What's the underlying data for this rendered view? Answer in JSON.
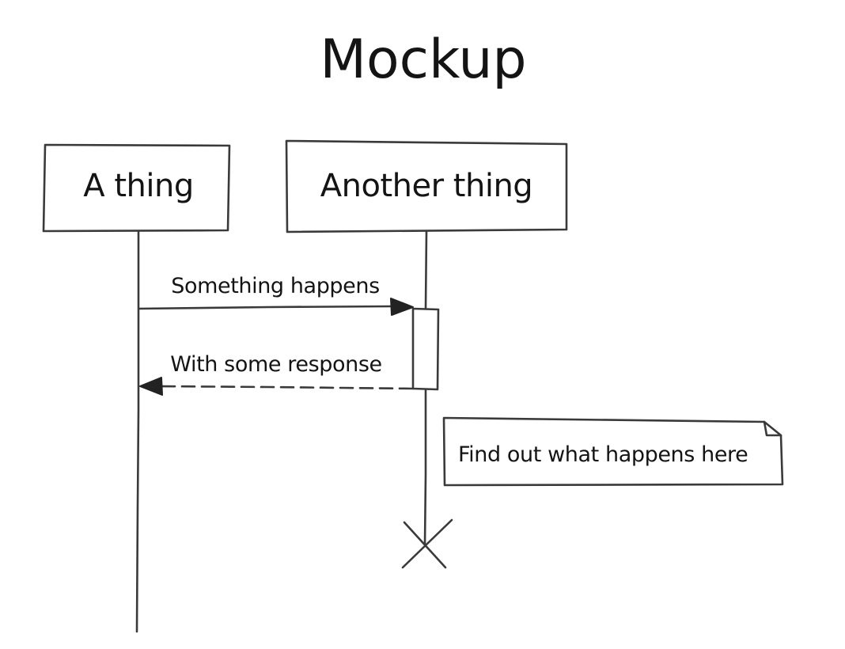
{
  "title": "Mockup",
  "participants": [
    {
      "label": "A thing"
    },
    {
      "label": "Another thing"
    }
  ],
  "messages": [
    {
      "label": "Something happens",
      "from": "A thing",
      "to": "Another thing",
      "style": "solid"
    },
    {
      "label": "With some response",
      "from": "Another thing",
      "to": "A thing",
      "style": "dashed"
    }
  ],
  "note": {
    "text": "Find out what happens here",
    "attached_to": "Another thing"
  },
  "termination": {
    "participant": "Another thing",
    "icon": "x-destroy-icon"
  },
  "colors": {
    "line": "#3a3a3a",
    "text": "#141414",
    "background": "#ffffff"
  }
}
